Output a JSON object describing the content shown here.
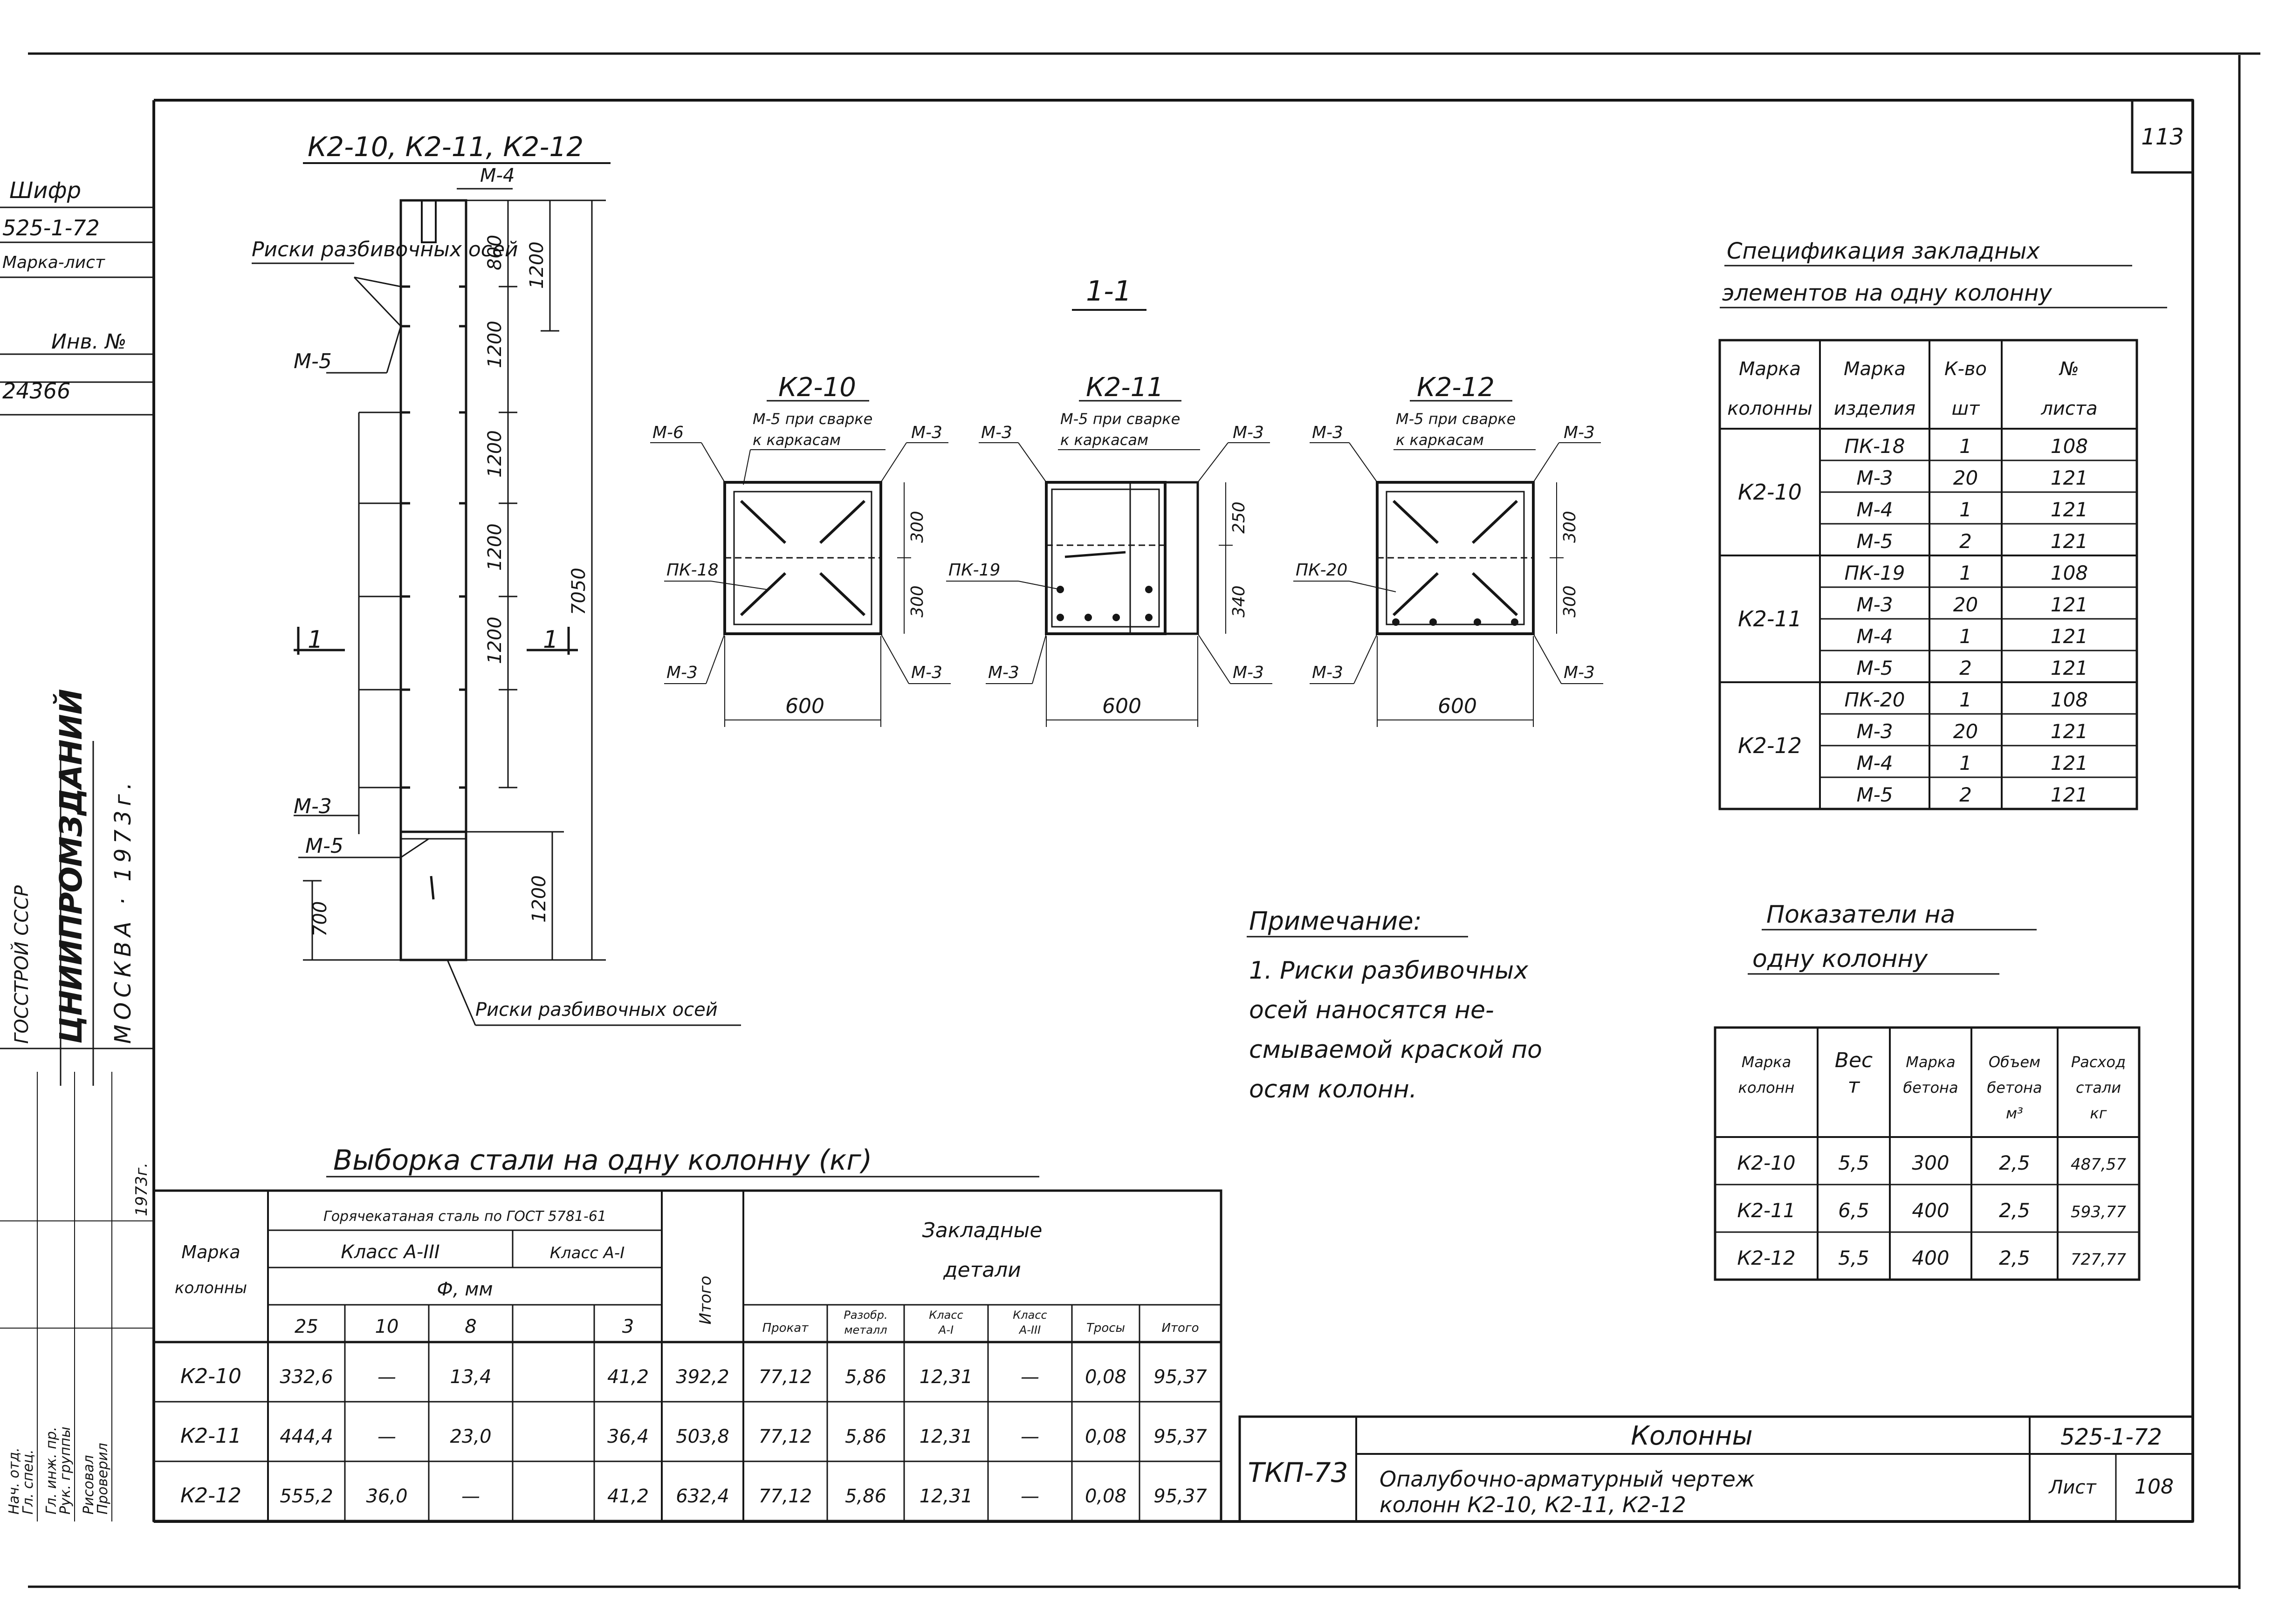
{
  "sheet_number": "113",
  "stamp": {
    "label": "Шифр",
    "code": "525-1-72",
    "subtitle": "Марка-лист",
    "inv_label": "Инв. №",
    "inv_no": "24366",
    "org_line1": "ГОССТРОЙ СССР",
    "org_line2": "ЦНИИПРОМЗДАНИЙ",
    "org_line3": "МОСКВА · 1973г.",
    "people": [
      "Нач. отд.",
      "Гл. спец.",
      "Гл. инж. пр.",
      "Рук. группы",
      "Рисовал",
      "Проверил"
    ],
    "date": "1973г."
  },
  "elevation": {
    "title": "К2-10, К2-11, К2-12",
    "top_label": "М-4",
    "axis_marks_label": "Риски разбивочных осей",
    "m5": "М-5",
    "m3": "М-3",
    "m5_lower": "М-5",
    "section_mark": "1",
    "dims_inner": [
      "800",
      "1200",
      "1200",
      "1200",
      "1200"
    ],
    "dim_upper_outer": "1200",
    "dim_total": "7050",
    "dim_bottom": "1200",
    "dim_lower_left": "700",
    "axis_label_bottom": "Риски разбивочных осей"
  },
  "section_title": "1-1",
  "sections": [
    {
      "title": "К2-10",
      "top_left": "М-6",
      "top_mid": "М-5 при сварке",
      "top_mid2": "к каркасам",
      "top_right": "М-3",
      "side": "ПК-18",
      "bottom_left": "М-3",
      "bottom_right": "М-3",
      "dim_upper": "300",
      "dim_lower": "300",
      "width": "600"
    },
    {
      "title": "К2-11",
      "top_left": "М-3",
      "top_mid": "М-5 при сварке",
      "top_mid2": "к каркасам",
      "top_right": "М-3",
      "side": "ПК-19",
      "bottom_left": "М-3",
      "bottom_right": "М-3",
      "dim_upper": "250",
      "dim_lower": "340",
      "width": "600"
    },
    {
      "title": "К2-12",
      "top_left": "М-3",
      "top_mid": "М-5 при сварке",
      "top_mid2": "к каркасам",
      "top_right": "М-3",
      "side": "ПК-20",
      "bottom_left": "М-3",
      "bottom_right": "М-3",
      "dim_upper": "300",
      "dim_lower": "300",
      "width": "600"
    }
  ],
  "spec": {
    "title_line1": "Спецификация закладных",
    "title_line2": "элементов на одну колонну",
    "headers": [
      [
        "Марка",
        "колонны"
      ],
      [
        "Марка",
        "изделия"
      ],
      [
        "К-во",
        "шт"
      ],
      [
        "№",
        "листа"
      ]
    ],
    "groups": [
      {
        "mark": "К2-10",
        "rows": [
          [
            "ПК-18",
            "1",
            "108"
          ],
          [
            "М-3",
            "20",
            "121"
          ],
          [
            "М-4",
            "1",
            "121"
          ],
          [
            "М-5",
            "2",
            "121"
          ]
        ]
      },
      {
        "mark": "К2-11",
        "rows": [
          [
            "ПК-19",
            "1",
            "108"
          ],
          [
            "М-3",
            "20",
            "121"
          ],
          [
            "М-4",
            "1",
            "121"
          ],
          [
            "М-5",
            "2",
            "121"
          ]
        ]
      },
      {
        "mark": "К2-12",
        "rows": [
          [
            "ПК-20",
            "1",
            "108"
          ],
          [
            "М-3",
            "20",
            "121"
          ],
          [
            "М-4",
            "1",
            "121"
          ],
          [
            "М-5",
            "2",
            "121"
          ]
        ]
      }
    ]
  },
  "note": {
    "title": "Примечание:",
    "lines": [
      "1. Риски разбивочных",
      "осей наносятся не-",
      "смываемой краской по",
      "осям колонн."
    ]
  },
  "indicators": {
    "title_line1": "Показатели на",
    "title_line2": "одну колонну",
    "headers": [
      [
        "Марка",
        "колонн"
      ],
      [
        "Вес",
        "т"
      ],
      [
        "Марка",
        "бетона"
      ],
      [
        "Объем",
        "бетона",
        "м³"
      ],
      [
        "Расход",
        "стали",
        "кг"
      ]
    ],
    "rows": [
      [
        "К2-10",
        "5,5",
        "300",
        "2,5",
        "487,57"
      ],
      [
        "К2-11",
        "6,5",
        "400",
        "2,5",
        "593,77"
      ],
      [
        "К2-12",
        "5,5",
        "400",
        "2,5",
        "727,77"
      ]
    ]
  },
  "steel": {
    "title": "Выборка стали на одну колонну (кг)",
    "h_mark": [
      "Марка",
      "колонны"
    ],
    "h_hot": "Горячекатаная сталь по ГОСТ 5781-61",
    "h_cls3": "Класс А-III",
    "h_cls1": "Класс А-I",
    "h_phi": "Ф, мм",
    "h_total": "Итого",
    "h_emb": [
      "Закладные",
      "детали"
    ],
    "diameters": [
      "25",
      "10",
      "8",
      "",
      "3"
    ],
    "emb_headers": [
      [
        "Прокат"
      ],
      [
        "Разобр.",
        "металл"
      ],
      [
        "Класс",
        "А-I"
      ],
      [
        "Класс",
        "А-III"
      ],
      [
        "Тросы"
      ],
      [
        "Итого"
      ]
    ],
    "rows": [
      [
        "К2-10",
        "332,6",
        "—",
        "13,4",
        "",
        "41,2",
        "392,2",
        "77,12",
        "5,86",
        "12,31",
        "—",
        "0,08",
        "95,37"
      ],
      [
        "К2-11",
        "444,4",
        "—",
        "23,0",
        "",
        "36,4",
        "503,8",
        "77,12",
        "5,86",
        "12,31",
        "—",
        "0,08",
        "95,37"
      ],
      [
        "К2-12",
        "555,2",
        "36,0",
        "—",
        "",
        "41,2",
        "632,4",
        "77,12",
        "5,86",
        "12,31",
        "—",
        "0,08",
        "95,37"
      ]
    ]
  },
  "title_block": {
    "stamp": "ТКП-73",
    "name": "Колонны",
    "desc_line1": "Опалубочно-арматурный чертеж",
    "desc_line2": "колонн К2-10, К2-11, К2-12",
    "code": "525-1-72",
    "sheet_label": "Лист",
    "sheet_no": "108"
  }
}
